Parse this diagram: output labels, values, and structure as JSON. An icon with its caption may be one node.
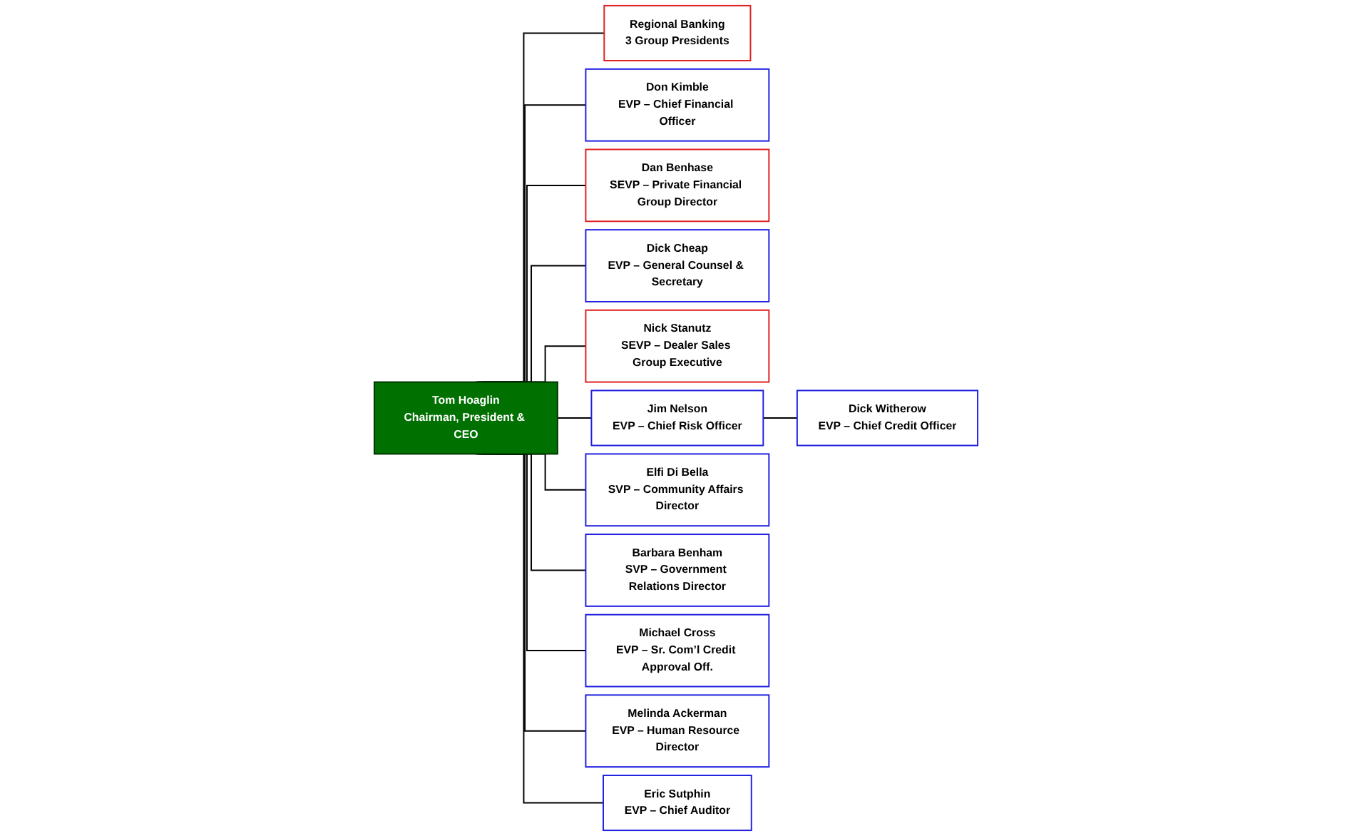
{
  "diagram": {
    "nodes": [
      {
        "text": [
          "Tom Hoaglin",
          "Chairman, President & CEO"
        ]
      },
      {
        "text": [
          "Regional Banking",
          "3 Group Presidents"
        ]
      },
      {
        "text": [
          "Don Kimble",
          "EVP – Chief Financial Officer"
        ]
      },
      {
        "text": [
          "Dan Benhase",
          "SEVP – Private Financial Group Director"
        ]
      },
      {
        "text": [
          "Dick Cheap",
          "EVP – General Counsel & Secretary"
        ]
      },
      {
        "text": [
          "Nick Stanutz",
          "SEVP – Dealer Sales Group Executive"
        ]
      },
      {
        "text": [
          "Jim Nelson",
          "EVP – Chief Risk Officer"
        ]
      },
      {
        "text": [
          "Elfi Di Bella",
          "SVP – Community Affairs Director"
        ]
      },
      {
        "text": [
          "Dick Witherow",
          "EVP – Chief Credit Officer"
        ]
      },
      {
        "text": [
          "Barbara Benham",
          "SVP – Government Relations Director"
        ]
      },
      {
        "text": [
          "Michael Cross",
          "EVP – Sr. Com’l Credit Approval Off."
        ]
      },
      {
        "text": [
          "Melinda Ackerman",
          "EVP – Human Resource Director"
        ]
      },
      {
        "text": [
          "Eric Sutphin",
          "EVP – Chief Auditor"
        ]
      }
    ],
    "edges": [
      {
        "from": 0,
        "to": 1,
        "arrow": "none"
      },
      {
        "from": 0,
        "to": 2,
        "arrow": "none"
      },
      {
        "from": 0,
        "to": 3,
        "arrow": "none"
      },
      {
        "from": 0,
        "to": 4,
        "arrow": "none"
      },
      {
        "from": 0,
        "to": 5,
        "arrow": "none"
      },
      {
        "from": 0,
        "to": 6,
        "arrow": "none"
      },
      {
        "from": 0,
        "to": 7,
        "arrow": "none"
      },
      {
        "from": 6,
        "to": 8,
        "arrow": "none"
      },
      {
        "from": 0,
        "to": 9,
        "arrow": "none"
      },
      {
        "from": 0,
        "to": 10,
        "arrow": "none"
      },
      {
        "from": 0,
        "to": 11,
        "arrow": "none"
      },
      {
        "from": 0,
        "to": 12,
        "arrow": "none"
      }
    ]
  }
}
